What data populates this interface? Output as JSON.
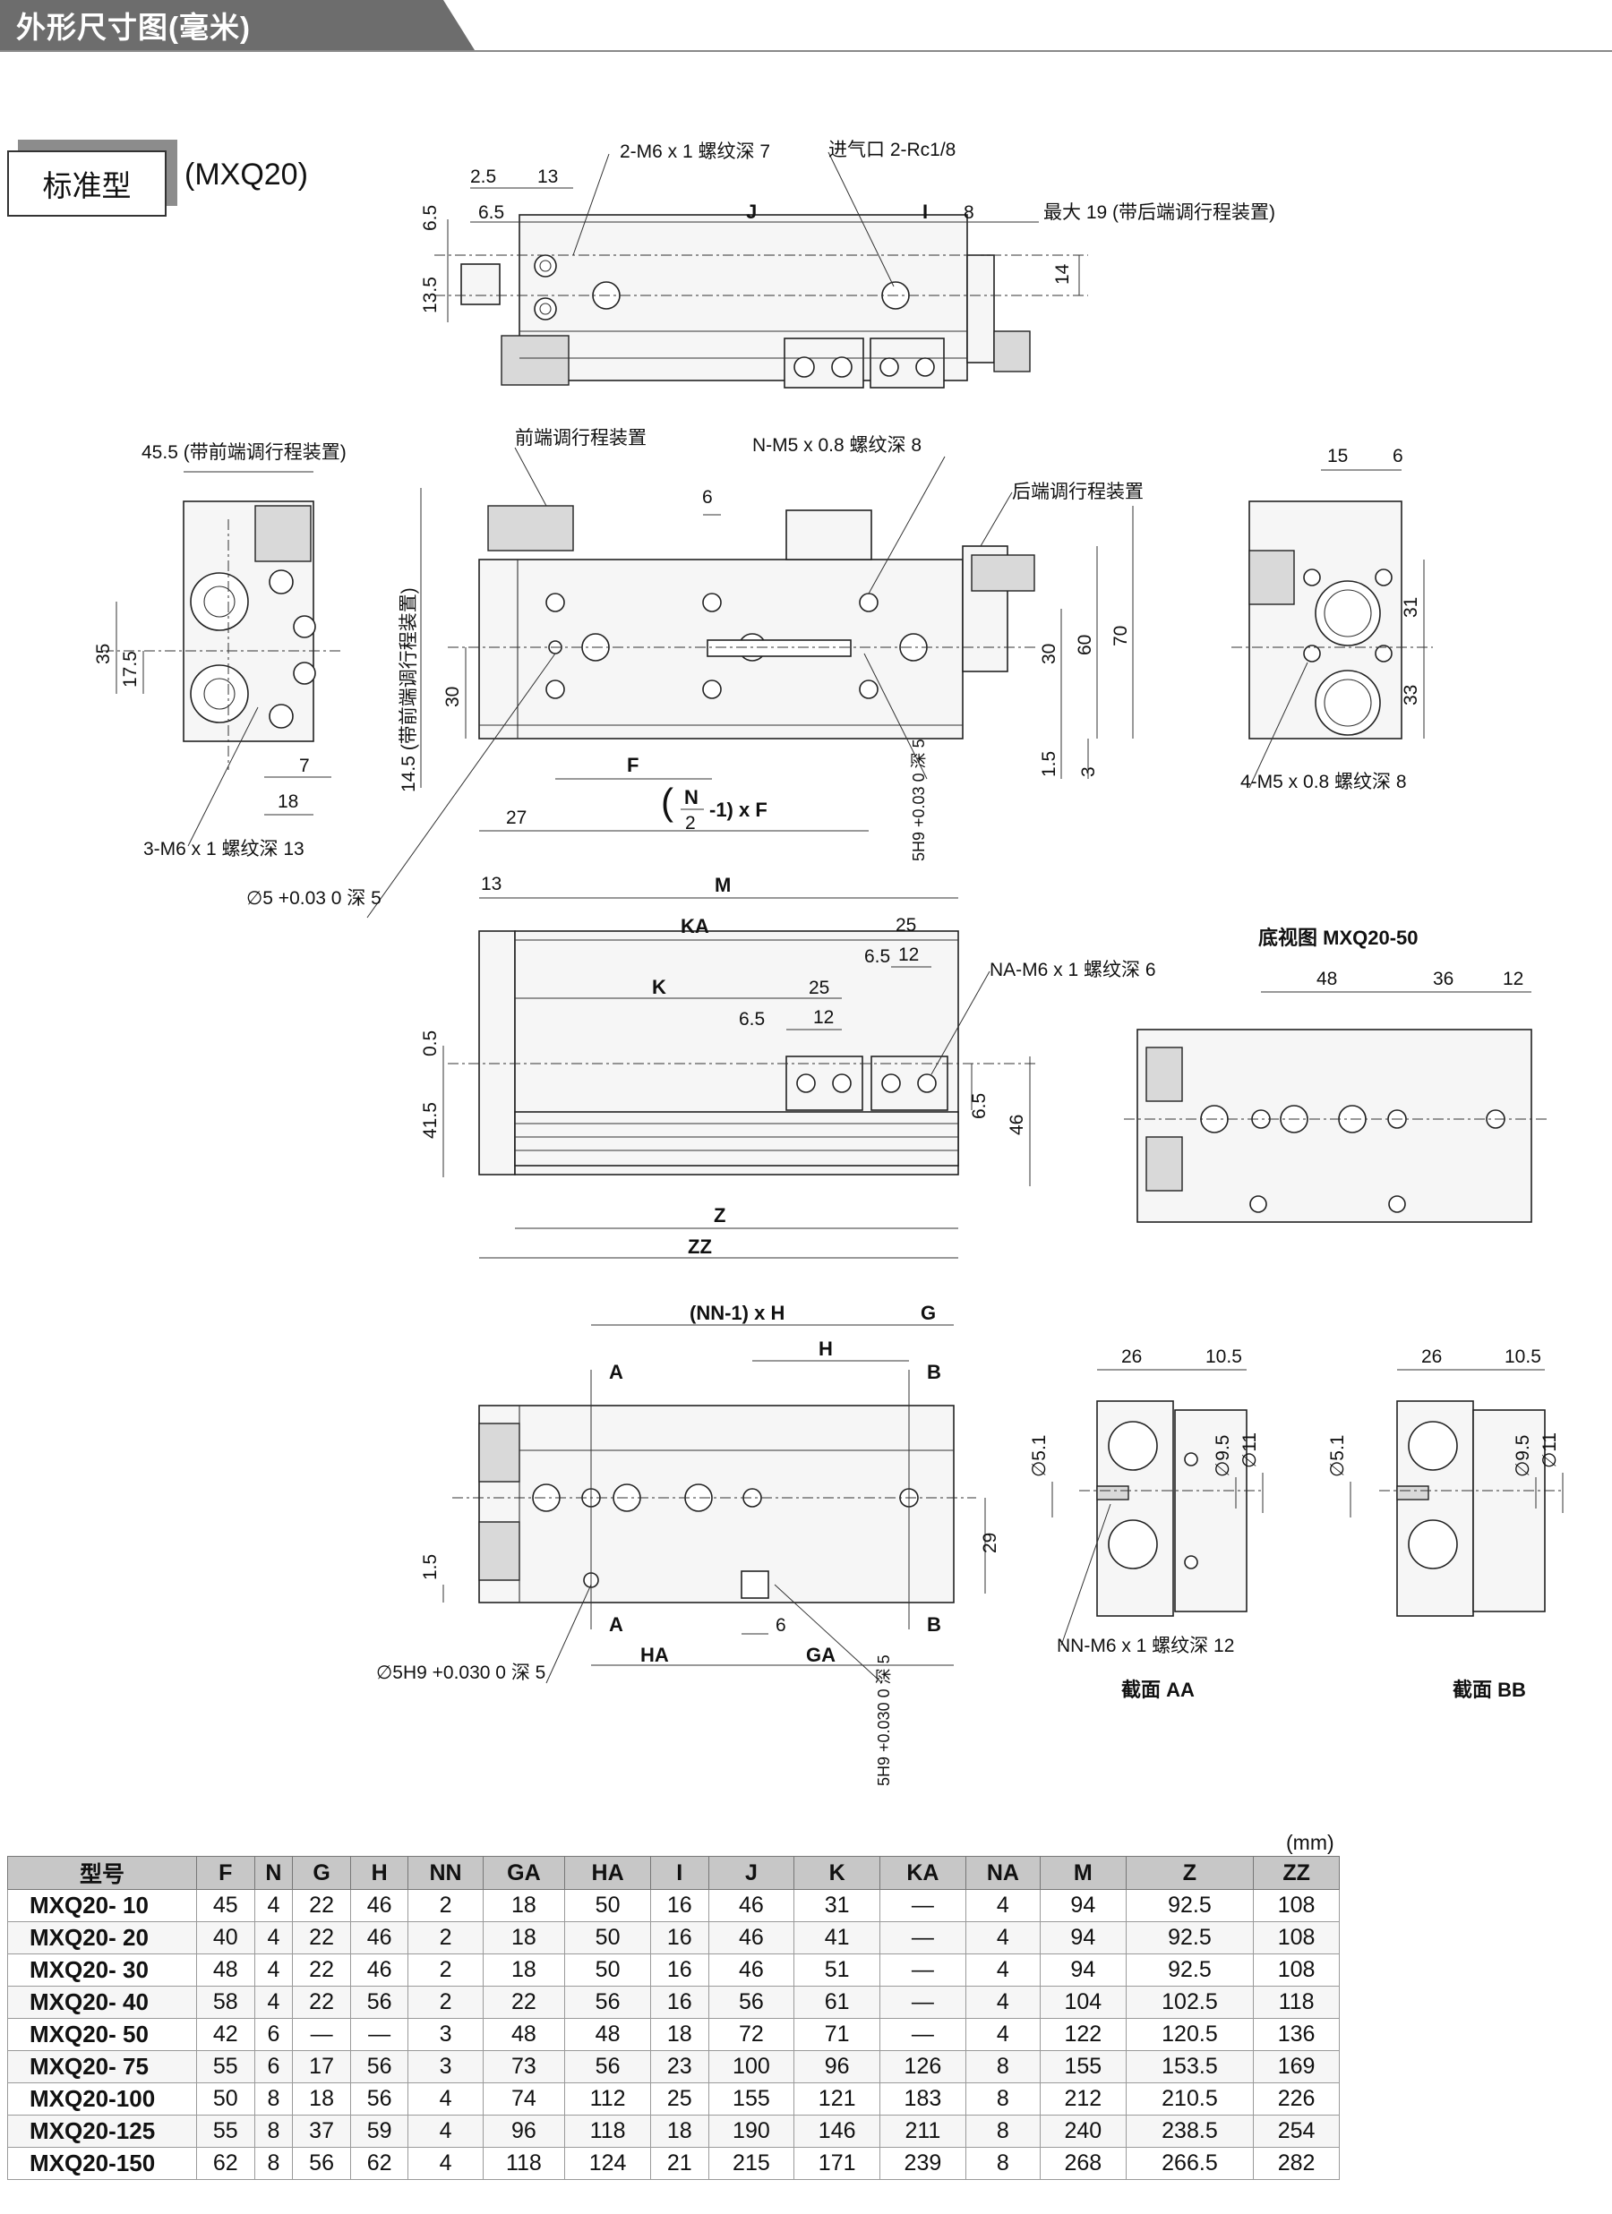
{
  "header": {
    "title": "外形尺寸图(毫米)"
  },
  "variant": {
    "label": "标准型",
    "model": "(MXQ20)"
  },
  "top_view": {
    "dims": [
      "2.5",
      "13",
      "6.5",
      "6.5",
      "13.5",
      "J",
      "I",
      "8",
      "14"
    ],
    "callouts": [
      "2-M6 x 1 螺纹深 7",
      "进气口 2-Rc1/8",
      "最大 19 (带后端调行程装置)"
    ]
  },
  "end_view_left": {
    "dims": [
      "45.5 (带前端调行程装置)",
      "35",
      "17.5",
      "7",
      "18"
    ],
    "callouts": [
      "3-M6 x 1 螺纹深 13"
    ]
  },
  "side_view": {
    "dims": [
      "6",
      "14.5 (带前端调行程装置)",
      "30",
      "F",
      "27",
      "30",
      "60",
      "70",
      "1.5",
      "3",
      "5H9 +0.03 0 深 5"
    ],
    "callouts": [
      "前端调行程装置",
      "N-M5 x 0.8 螺纹深 8",
      "后端调行程装置",
      "∅5 +0.03 0 深 5"
    ],
    "formula": {
      "n": "N",
      "d": "2",
      "rest": "-1) x F"
    }
  },
  "end_view_right": {
    "dims": [
      "15",
      "6",
      "31",
      "33"
    ],
    "callouts": [
      "4-M5 x 0.8 螺纹深 8"
    ]
  },
  "front_view": {
    "dims": [
      "13",
      "M",
      "KA",
      "25",
      "6.5",
      "12",
      "K",
      "25",
      "6.5",
      "12",
      "0.5",
      "41.5",
      "6.5",
      "46",
      "Z",
      "ZZ"
    ],
    "callouts": [
      "NA-M6 x 1 螺纹深 6"
    ]
  },
  "bottom_view_50": {
    "title": "底视图 MXQ20-50",
    "dims": [
      "48",
      "36",
      "12"
    ]
  },
  "bottom_view": {
    "dims": [
      "(NN-1) x H",
      "G",
      "H",
      "A",
      "B",
      "29",
      "1.5",
      "A",
      "6",
      "B",
      "HA",
      "GA"
    ],
    "callouts": [
      "∅5H9 +0.030 0 深 5",
      "5H9 +0.030 0 深 5"
    ]
  },
  "section_aa": {
    "title": "截面 AA",
    "dims": [
      "26",
      "10.5",
      "∅5.1",
      "∅9.5",
      "∅11"
    ],
    "callouts": [
      "NN-M6 x 1 螺纹深 12"
    ]
  },
  "section_bb": {
    "title": "截面 BB",
    "dims": [
      "26",
      "10.5",
      "∅5.1",
      "∅9.5",
      "∅11"
    ]
  },
  "table": {
    "unit": "(mm)",
    "columns": [
      "型号",
      "F",
      "N",
      "G",
      "H",
      "NN",
      "GA",
      "HA",
      "I",
      "J",
      "K",
      "KA",
      "NA",
      "M",
      "Z",
      "ZZ"
    ],
    "rows": [
      [
        "MXQ20-  10",
        "45",
        "4",
        "22",
        "46",
        "2",
        "18",
        "50",
        "16",
        "46",
        "31",
        "—",
        "4",
        "94",
        "92.5",
        "108"
      ],
      [
        "MXQ20-  20",
        "40",
        "4",
        "22",
        "46",
        "2",
        "18",
        "50",
        "16",
        "46",
        "41",
        "—",
        "4",
        "94",
        "92.5",
        "108"
      ],
      [
        "MXQ20-  30",
        "48",
        "4",
        "22",
        "46",
        "2",
        "18",
        "50",
        "16",
        "46",
        "51",
        "—",
        "4",
        "94",
        "92.5",
        "108"
      ],
      [
        "MXQ20-  40",
        "58",
        "4",
        "22",
        "56",
        "2",
        "22",
        "56",
        "16",
        "56",
        "61",
        "—",
        "4",
        "104",
        "102.5",
        "118"
      ],
      [
        "MXQ20-  50",
        "42",
        "6",
        "—",
        "—",
        "3",
        "48",
        "48",
        "18",
        "72",
        "71",
        "—",
        "4",
        "122",
        "120.5",
        "136"
      ],
      [
        "MXQ20-  75",
        "55",
        "6",
        "17",
        "56",
        "3",
        "73",
        "56",
        "23",
        "100",
        "96",
        "126",
        "8",
        "155",
        "153.5",
        "169"
      ],
      [
        "MXQ20-100",
        "50",
        "8",
        "18",
        "56",
        "4",
        "74",
        "112",
        "25",
        "155",
        "121",
        "183",
        "8",
        "212",
        "210.5",
        "226"
      ],
      [
        "MXQ20-125",
        "55",
        "8",
        "37",
        "59",
        "4",
        "96",
        "118",
        "18",
        "190",
        "146",
        "211",
        "8",
        "240",
        "238.5",
        "254"
      ],
      [
        "MXQ20-150",
        "62",
        "8",
        "56",
        "62",
        "4",
        "118",
        "124",
        "21",
        "215",
        "171",
        "239",
        "8",
        "268",
        "266.5",
        "282"
      ]
    ]
  }
}
